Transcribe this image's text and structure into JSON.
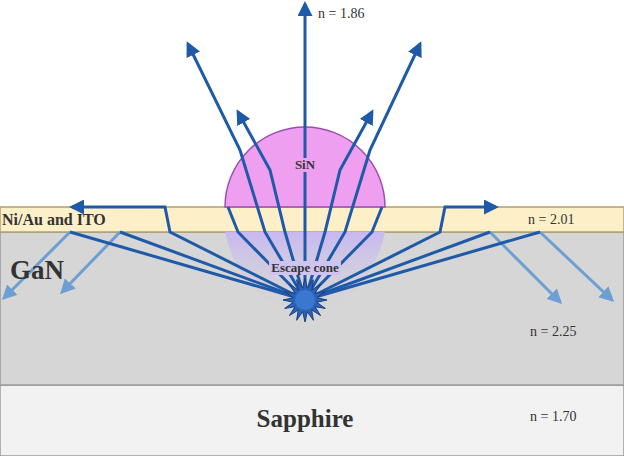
{
  "diagram": {
    "nodes": [
      {
        "text": [
          "n = 1.86",
          "SiN"
        ]
      },
      {
        "text": [
          "Ni/Au and ITO",
          "n = 2.01"
        ]
      },
      {
        "text": [
          "GaN",
          "n = 2.25"
        ]
      },
      {
        "text": [
          "Sapphire",
          "n = 1.70"
        ]
      }
    ],
    "labels": [
      "Escape cone"
    ]
  }
}
